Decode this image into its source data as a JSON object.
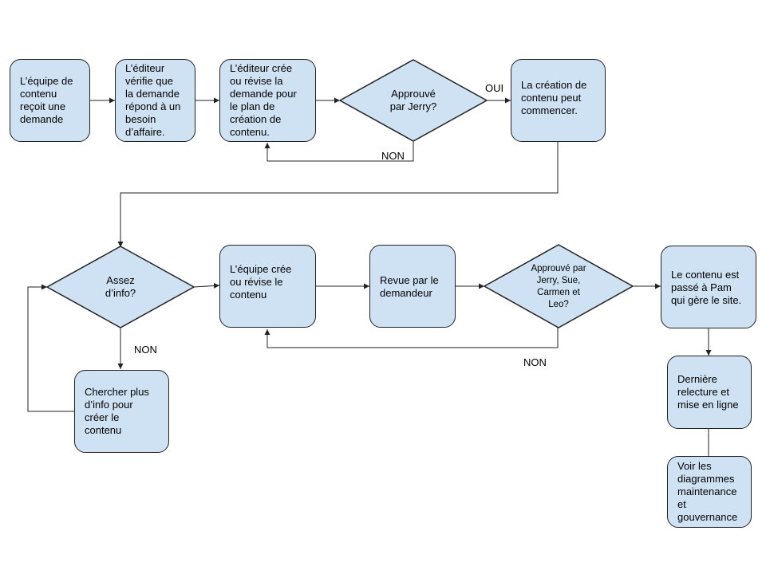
{
  "colors": {
    "node_fill": "#cfe2f3",
    "stroke": "#222222"
  },
  "nodes": {
    "n1": "L’équipe de\ncontenu\nreçoit une\ndemande",
    "n2": "L’éditeur\nvérifie que\nla demande\nrépond à un\nbesoin\nd’affaire.",
    "n3": "L’éditeur crée\nou révise la\ndemande pour\nle plan de\ncréation de\ncontenu.",
    "d1": "Approuvé\npar Jerry?",
    "n4": "La création de\ncontenu peut\ncommencer.",
    "d2": "Assez\nd’info?",
    "n5": "L’équipe crée\nou révise le\ncontenu",
    "n6": "Revue par le\ndemandeur",
    "d3": "Approuvé par\nJerry, Sue,\nCarmen et\nLeo?",
    "n7": "Le contenu est\npassé à Pam\nqui gère le site.",
    "n8": "Chercher plus\nd’info pour\ncréer le\ncontenu",
    "n9": "Dernière\nrelecture et\nmise en ligne",
    "n10": "Voir les\ndiagrammes\nmaintenance\net\ngouvernance"
  },
  "edge_labels": {
    "oui": "OUI",
    "non_1": "NON",
    "non_2": "NON",
    "non_3": "NON"
  }
}
